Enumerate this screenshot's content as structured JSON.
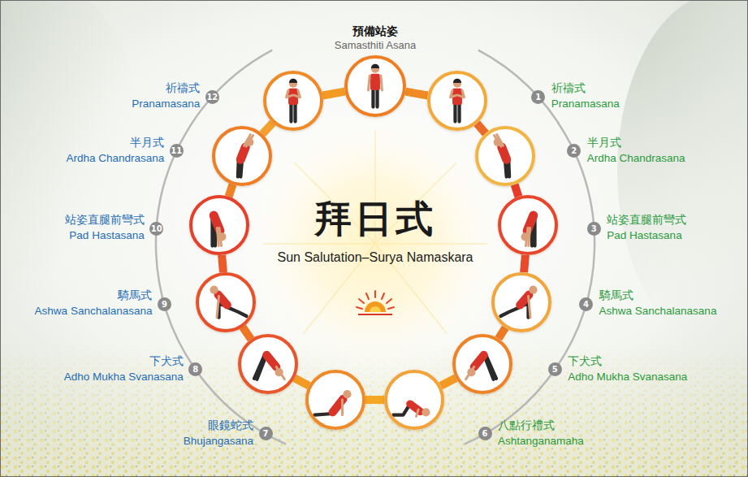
{
  "diagram": {
    "title": "拜日式",
    "nodes": [
      {
        "text": [
          "預備站姿",
          "Samasthiti Asana"
        ]
      },
      {
        "text": [
          "祈禱式",
          "Pranamasana"
        ]
      },
      {
        "text": [
          "半月式",
          "Ardha Chandrasana"
        ]
      },
      {
        "text": [
          "站姿直腿前彎式",
          "Pad Hastasana"
        ]
      },
      {
        "text": [
          "騎馬式",
          "Ashwa Sanchalanasana"
        ]
      },
      {
        "text": [
          "下犬式",
          "Adho Mukha Svanasana"
        ]
      },
      {
        "text": [
          "八點行禮式",
          "Ashtanganamaha"
        ]
      },
      {
        "text": [
          "眼鏡蛇式",
          "Bhujangasana"
        ]
      },
      {
        "text": [
          "下犬式",
          "Adho Mukha Svanasana"
        ]
      },
      {
        "text": [
          "騎馬式",
          "Ashwa Sanchalanasana"
        ]
      },
      {
        "text": [
          "站姿直腿前彎式",
          "Pad Hastasana"
        ]
      },
      {
        "text": [
          "半月式",
          "Ardha Chandrasana"
        ]
      },
      {
        "text": [
          "祈禱式",
          "Pranamasana"
        ]
      }
    ],
    "edges": [
      {
        "from": 0,
        "to": 1,
        "arrow": "none"
      },
      {
        "from": 1,
        "to": 2,
        "arrow": "none"
      },
      {
        "from": 2,
        "to": 3,
        "arrow": "none"
      },
      {
        "from": 3,
        "to": 4,
        "arrow": "none"
      },
      {
        "from": 4,
        "to": 5,
        "arrow": "none"
      },
      {
        "from": 5,
        "to": 6,
        "arrow": "none"
      },
      {
        "from": 6,
        "to": 7,
        "arrow": "none"
      },
      {
        "from": 7,
        "to": 8,
        "arrow": "none"
      },
      {
        "from": 8,
        "to": 9,
        "arrow": "none"
      },
      {
        "from": 9,
        "to": 10,
        "arrow": "none"
      },
      {
        "from": 10,
        "to": 11,
        "arrow": "none"
      },
      {
        "from": 11,
        "to": 12,
        "arrow": "none"
      },
      {
        "from": 12,
        "to": 0,
        "arrow": "none"
      }
    ],
    "labels": [
      "Sun Salutation–Surya Namaskara",
      "1",
      "2",
      "3",
      "4",
      "5",
      "6",
      "7",
      "8",
      "9",
      "10",
      "11",
      "12"
    ]
  }
}
